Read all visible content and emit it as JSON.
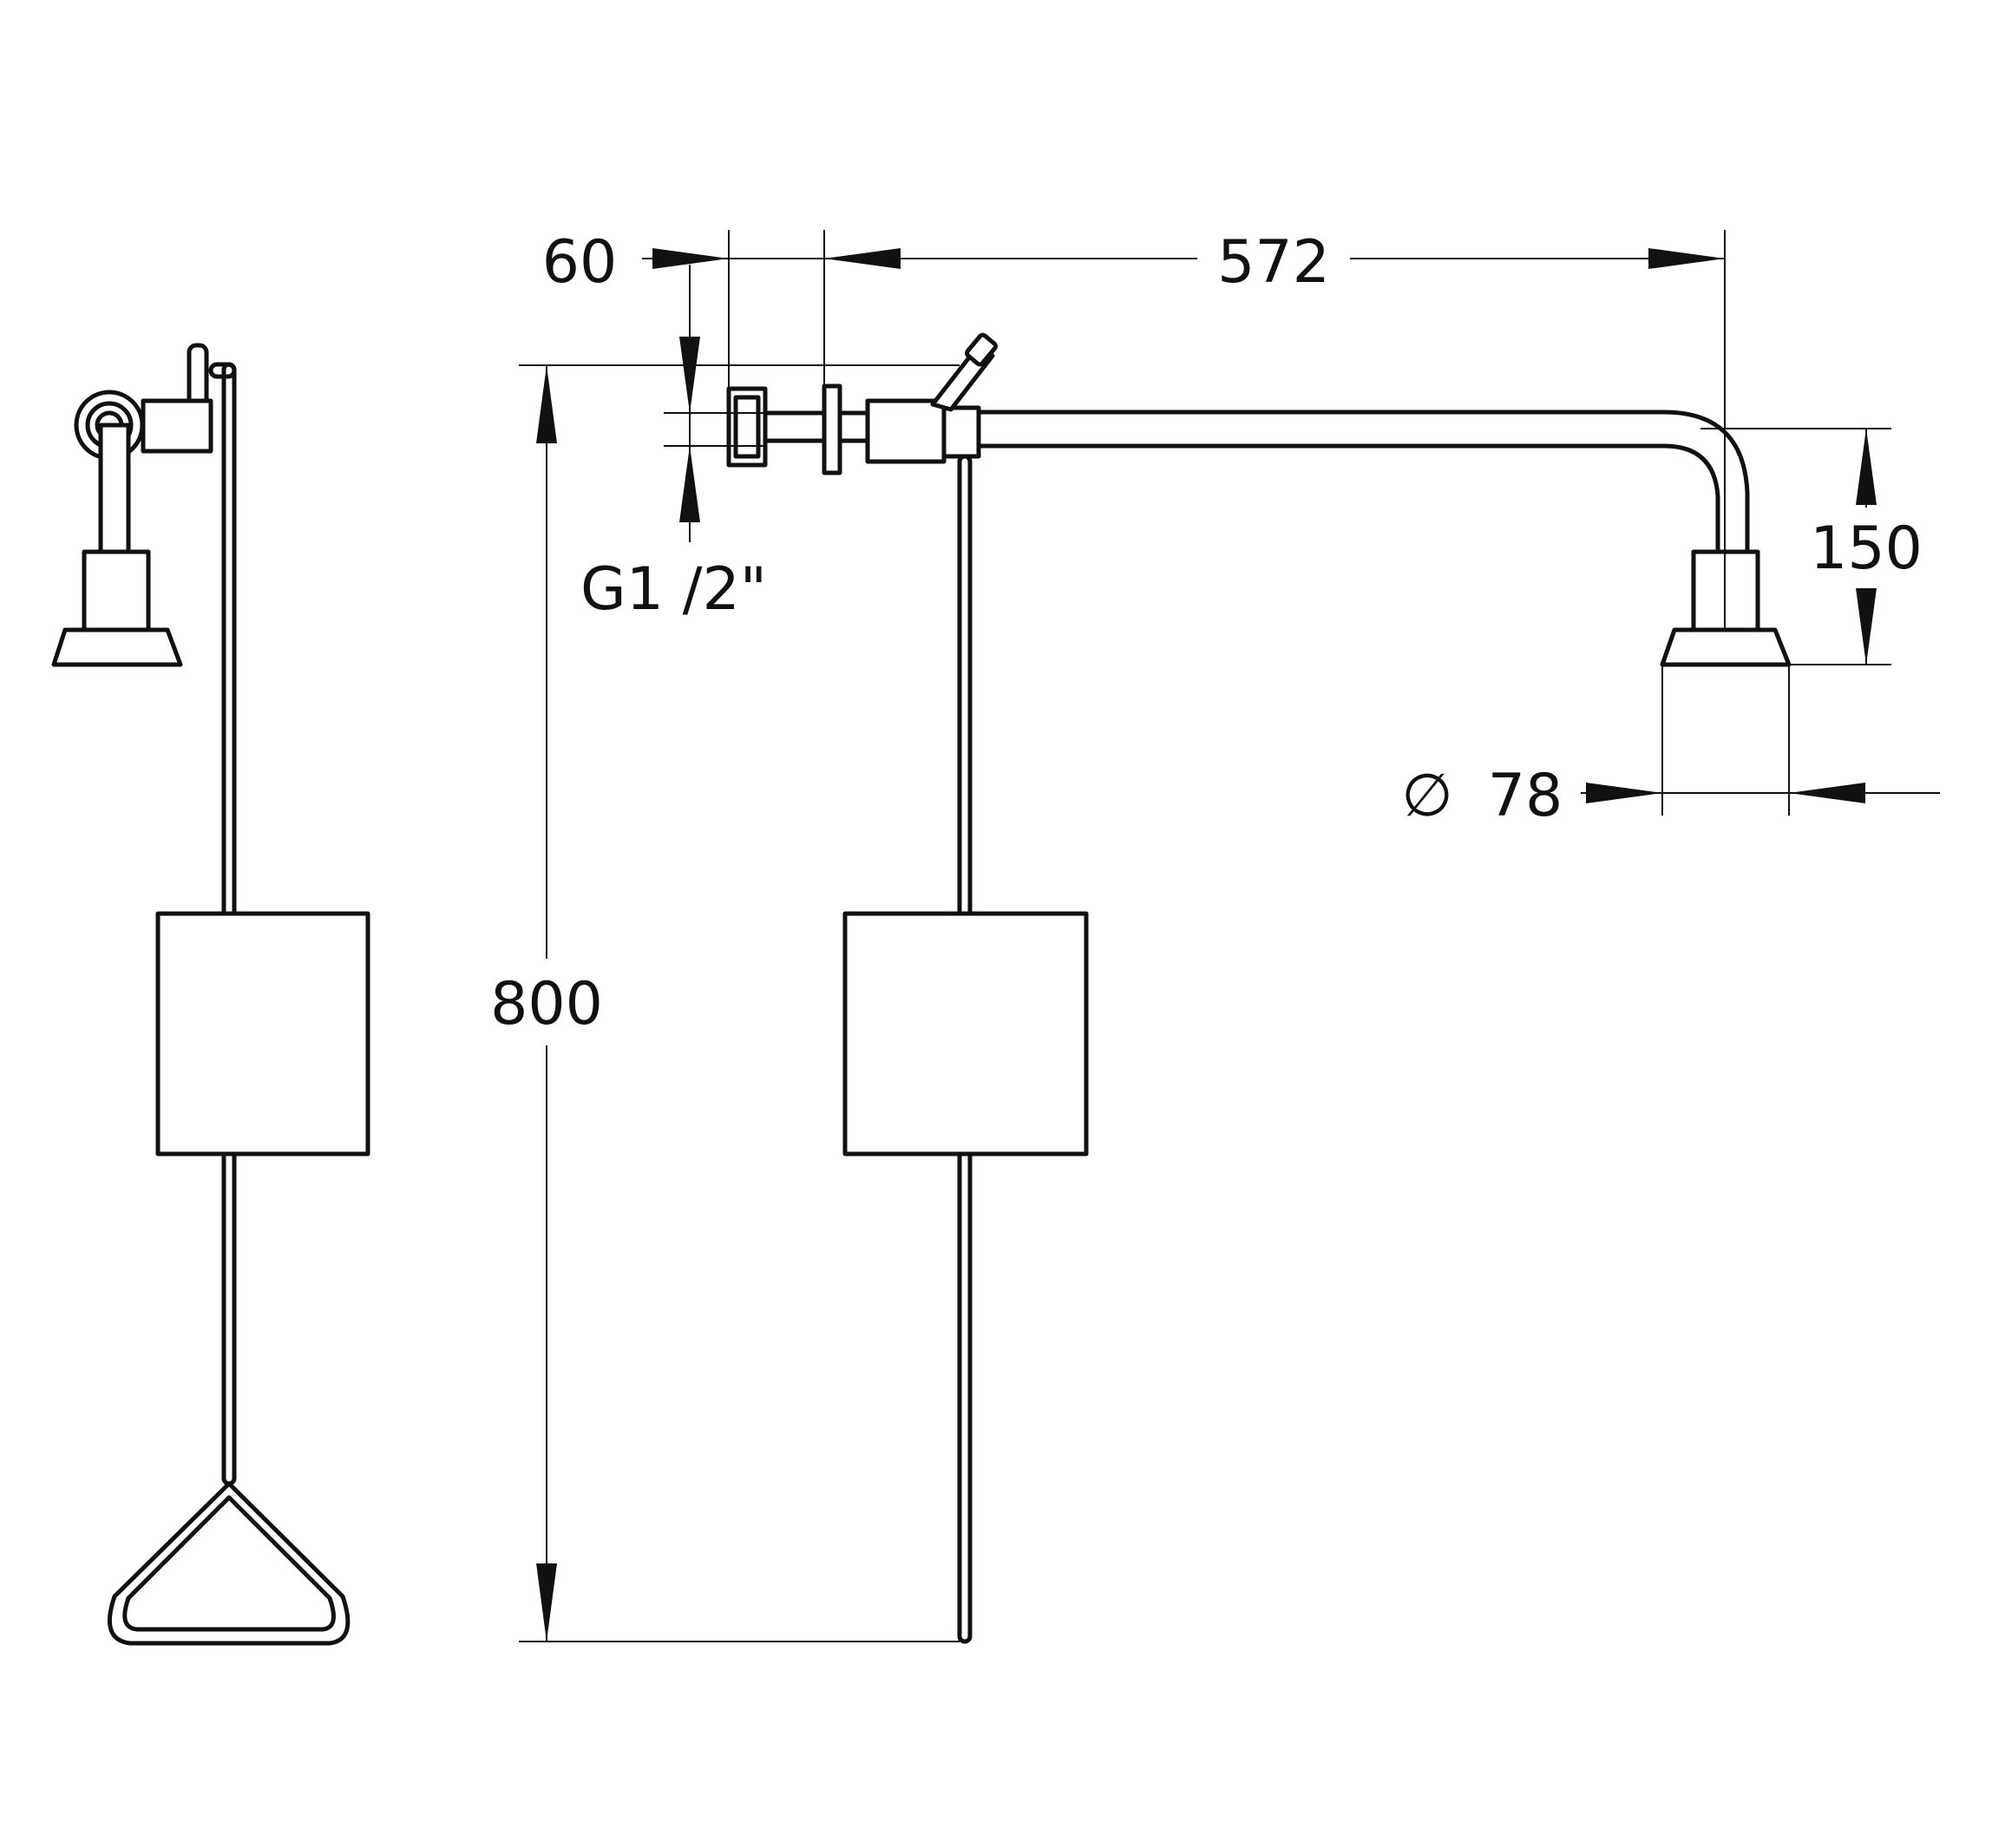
{
  "dimensions": {
    "inlet_offset": "60",
    "arm_length": "572",
    "drop_height": "150",
    "head_diameter": "78",
    "diameter_symbol": "∅",
    "total_height": "800",
    "thread_size": "G1 /2\""
  },
  "colors": {
    "line": "#111111",
    "background": "#ffffff"
  }
}
